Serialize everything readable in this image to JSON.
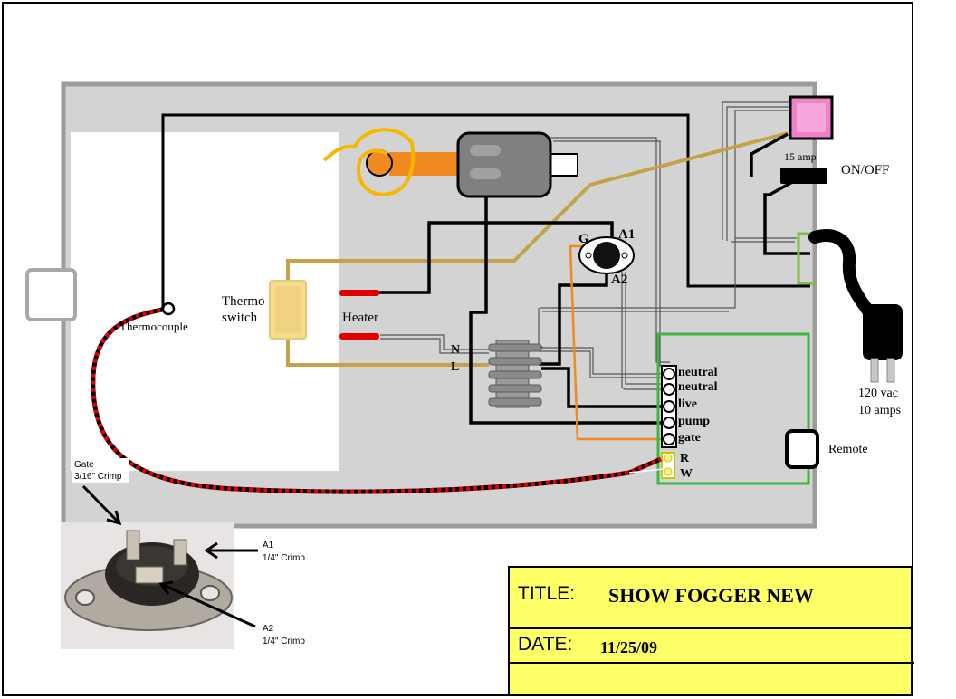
{
  "labels": {
    "thermocouple": "Thermocouple",
    "thermo_line1": "Thermo",
    "thermo_line2": "switch",
    "heater": "Heater",
    "n": "N",
    "l": "L",
    "g": "G",
    "a1": "A1",
    "a2": "A2",
    "fuse": "15 amp",
    "onoff": "ON/OFF",
    "vac": "120 vac",
    "amps": "10 amps",
    "remote": "Remote",
    "r": "R",
    "w": "W"
  },
  "terminals": [
    "neutral",
    "neutral",
    "live",
    "pump",
    "gate"
  ],
  "photo_labels": {
    "gate_line1": "Gate",
    "gate_line2": "3/16\" Crimp",
    "a1_line1": "A1",
    "a1_line2": "1/4\" Crimp",
    "a2_line1": "A2",
    "a2_line2": "1/4\" Crimp"
  },
  "title_block": {
    "title_label": "TITLE:",
    "title_value": "SHOW FOGGER NEW",
    "date_label": "DATE:",
    "date_value": "11/25/09"
  },
  "colors": {
    "panel": "#d3d3d3",
    "wire_black": "#000000",
    "wire_tan": "#c4a24a",
    "wire_orange": "#f08a20",
    "wire_red": "#e00000",
    "green_board": "#3cb83c",
    "pink_switch": "#f080c8",
    "title_yellow": "#ffff66"
  }
}
